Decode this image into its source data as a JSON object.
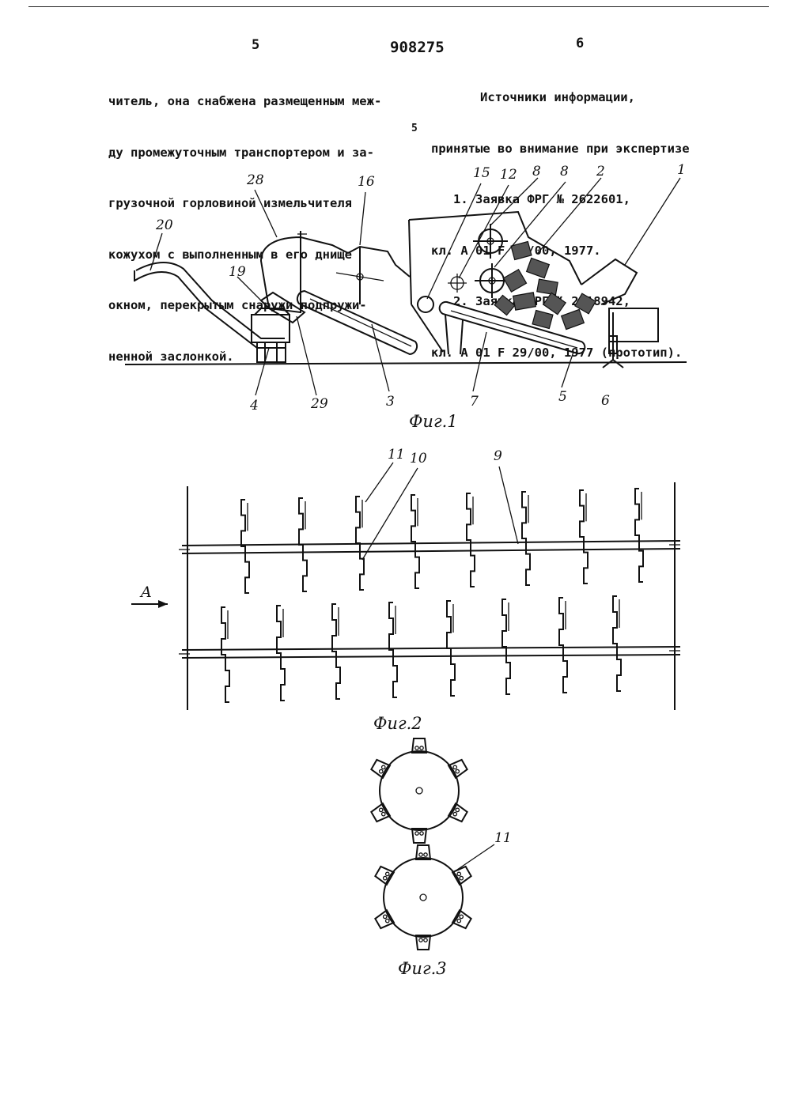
{
  "header": {
    "page_left": "5",
    "doc_number": "908275",
    "page_right": "6"
  },
  "left_column": {
    "lines": [
      "читель, она снабжена размещенным меж-",
      "ду промежуточным транспортером и за-",
      "грузочной горловиной измельчителя",
      "кожухом с выполненным в его днище",
      "окном, перекрытым снаружи подпружи-",
      "ненной заслонкой."
    ]
  },
  "margin_line_number": "5",
  "right_column": {
    "lines": [
      "Источники информации,",
      "принятые во внимание при экспертизе",
      "1. Заявка ФРГ № 2622601,",
      "кл. А 01 F 29/00, 1977.",
      "2. Заявка ФРГ № 2618942,",
      "кл. А 01 F 29/00, 1977 (прототип)."
    ]
  },
  "figure1": {
    "caption": "Фиг.1",
    "labels": [
      "20",
      "28",
      "16",
      "15",
      "12",
      "8",
      "8",
      "2",
      "1",
      "19",
      "4",
      "29",
      "3",
      "7",
      "5",
      "6"
    ]
  },
  "figure2": {
    "caption": "Фиг.2",
    "labels": [
      "11",
      "10",
      "9"
    ],
    "arrow_label": "A"
  },
  "figure3": {
    "caption": "Фиг.3",
    "labels": [
      "11"
    ]
  }
}
